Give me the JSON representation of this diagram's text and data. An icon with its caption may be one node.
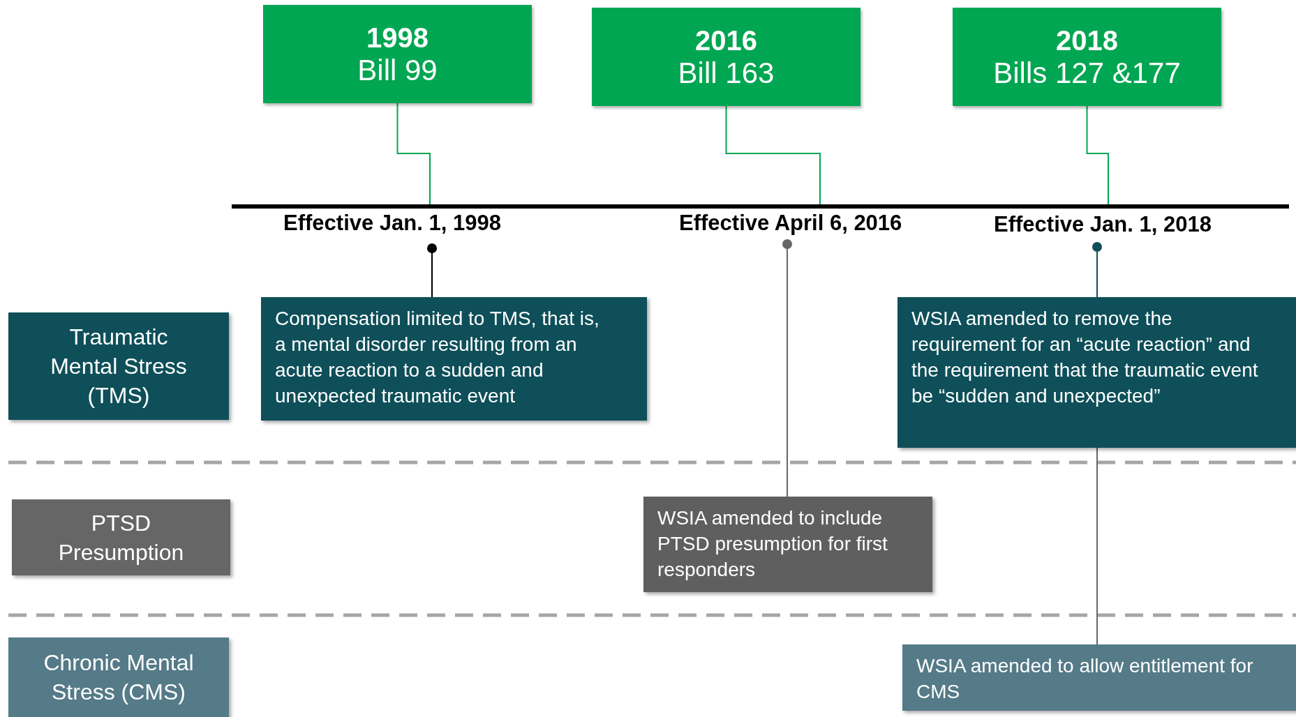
{
  "diagram": {
    "nodes": [
      {
        "text": [
          "1998",
          "Bill 99"
        ]
      },
      {
        "text": [
          "2016",
          "Bill 163"
        ]
      },
      {
        "text": [
          "2018",
          "Bills 127 &177"
        ]
      },
      {
        "text": [],
        "shape": "bar"
      },
      {
        "text": [
          "Effective Jan. 1, 1998"
        ]
      },
      {
        "text": [
          "Effective April 6, 2016"
        ]
      },
      {
        "text": [
          "Effective Jan. 1, 2018"
        ]
      },
      {
        "text": [
          "Traumatic Mental Stress (TMS)"
        ]
      },
      {
        "text": [
          "Compensation limited to TMS, that is, a mental disorder resulting from an acute reaction to a sudden and unexpected traumatic event"
        ]
      },
      {
        "text": [
          "WSIA amended to remove the requirement for an “acute reaction” and the requirement that the traumatic event be “sudden and unexpected”"
        ]
      },
      {
        "text": [
          "PTSD Presumption"
        ]
      },
      {
        "text": [
          "WSIA amended to include PTSD presumption for first responders"
        ]
      },
      {
        "text": [
          "Chronic Mental Stress (CMS)"
        ]
      },
      {
        "text": [
          "WSIA amended to allow entitlement for CMS"
        ]
      }
    ],
    "edges": [
      {
        "from": 0,
        "to": 3,
        "arrow": "none",
        "color": "#00a651"
      },
      {
        "from": 1,
        "to": 3,
        "arrow": "none",
        "color": "#00a651"
      },
      {
        "from": 2,
        "to": 3,
        "arrow": "none",
        "color": "#00a651"
      },
      {
        "from": 4,
        "to": 8,
        "arrow": "other",
        "color": "#000000"
      },
      {
        "from": 5,
        "to": 11,
        "arrow": "other",
        "color": "#666666"
      },
      {
        "from": 6,
        "to": 9,
        "arrow": "other",
        "color": "#0e4f59"
      },
      {
        "from": 9,
        "to": 13,
        "arrow": "none",
        "color": "#666666"
      }
    ]
  }
}
